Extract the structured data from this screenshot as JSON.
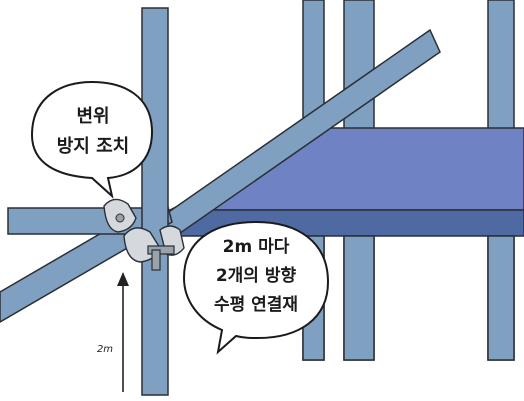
{
  "colors": {
    "steel": "#7fa0c0",
    "steel_dark": "#6b89aa",
    "platform_top": "#6f83c4",
    "platform_front": "#4f6aa3",
    "outline": "#2a2f35"
  },
  "bubble_left": {
    "line1": "변위",
    "line2": "방지 조치"
  },
  "bubble_right": {
    "line1": "2m 마다",
    "line2": "2개의 방향",
    "line3": "수평 연결재"
  },
  "measure": {
    "label": "2m"
  },
  "icons": [
    "clamp-coupler-icon",
    "bolt-icon",
    "arrow-up-icon"
  ]
}
